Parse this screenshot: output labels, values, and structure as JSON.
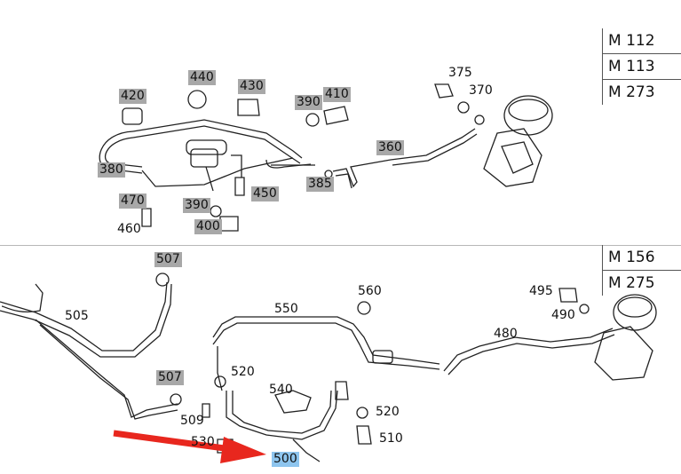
{
  "top_section": {
    "engines": [
      "M 112",
      "M 113",
      "M 273"
    ],
    "labels": {
      "p420": "420",
      "p440": "440",
      "p430": "430",
      "p390a": "390",
      "p410": "410",
      "p375": "375",
      "p370": "370",
      "p380": "380",
      "p360": "360",
      "p385": "385",
      "p450": "450",
      "p470": "470",
      "p390b": "390",
      "p460": "460",
      "p400": "400"
    }
  },
  "bottom_section": {
    "engines": [
      "M 156",
      "M 275"
    ],
    "labels": {
      "p507a": "507",
      "p505": "505",
      "p550": "550",
      "p560": "560",
      "p495": "495",
      "p490": "490",
      "p480": "480",
      "p520a": "520",
      "p507b": "507",
      "p540": "540",
      "p520b": "520",
      "p509": "509",
      "p530": "530",
      "p510": "510",
      "p500": "500"
    }
  },
  "colors": {
    "highlight": "#a8a8a8",
    "selected": "#8ec5ee",
    "arrow": "#e8271e"
  }
}
